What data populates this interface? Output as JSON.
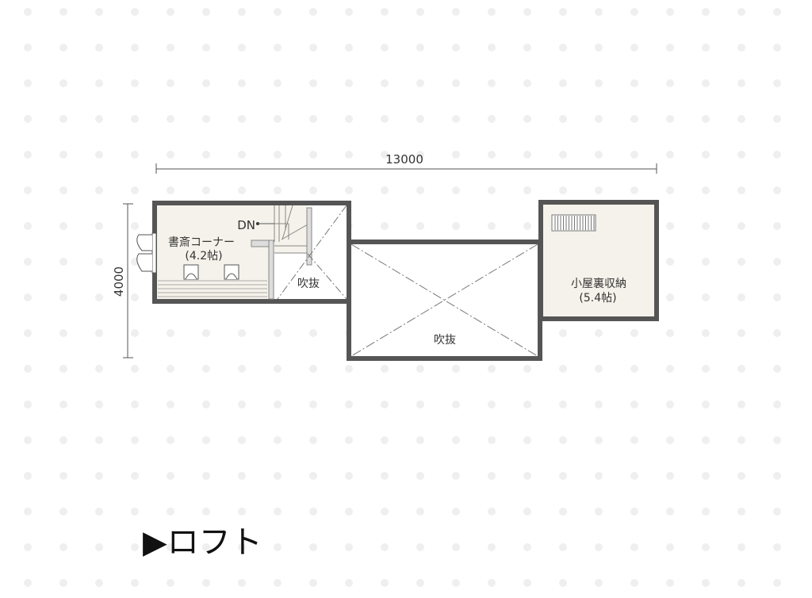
{
  "title": "▶ロフト",
  "dimensions": {
    "width": "13000",
    "height": "4000"
  },
  "rooms": {
    "study": {
      "name": "書斎コーナー",
      "area": "(4.2帖)"
    },
    "stair_label": "DN",
    "void_small": "吹抜",
    "void_large": "吹抜",
    "storage": {
      "name": "小屋裏収納",
      "area": "(5.4帖)"
    }
  },
  "colors": {
    "wall": "#555555",
    "floor": "#f4f2ea",
    "dots": "#efefef"
  }
}
